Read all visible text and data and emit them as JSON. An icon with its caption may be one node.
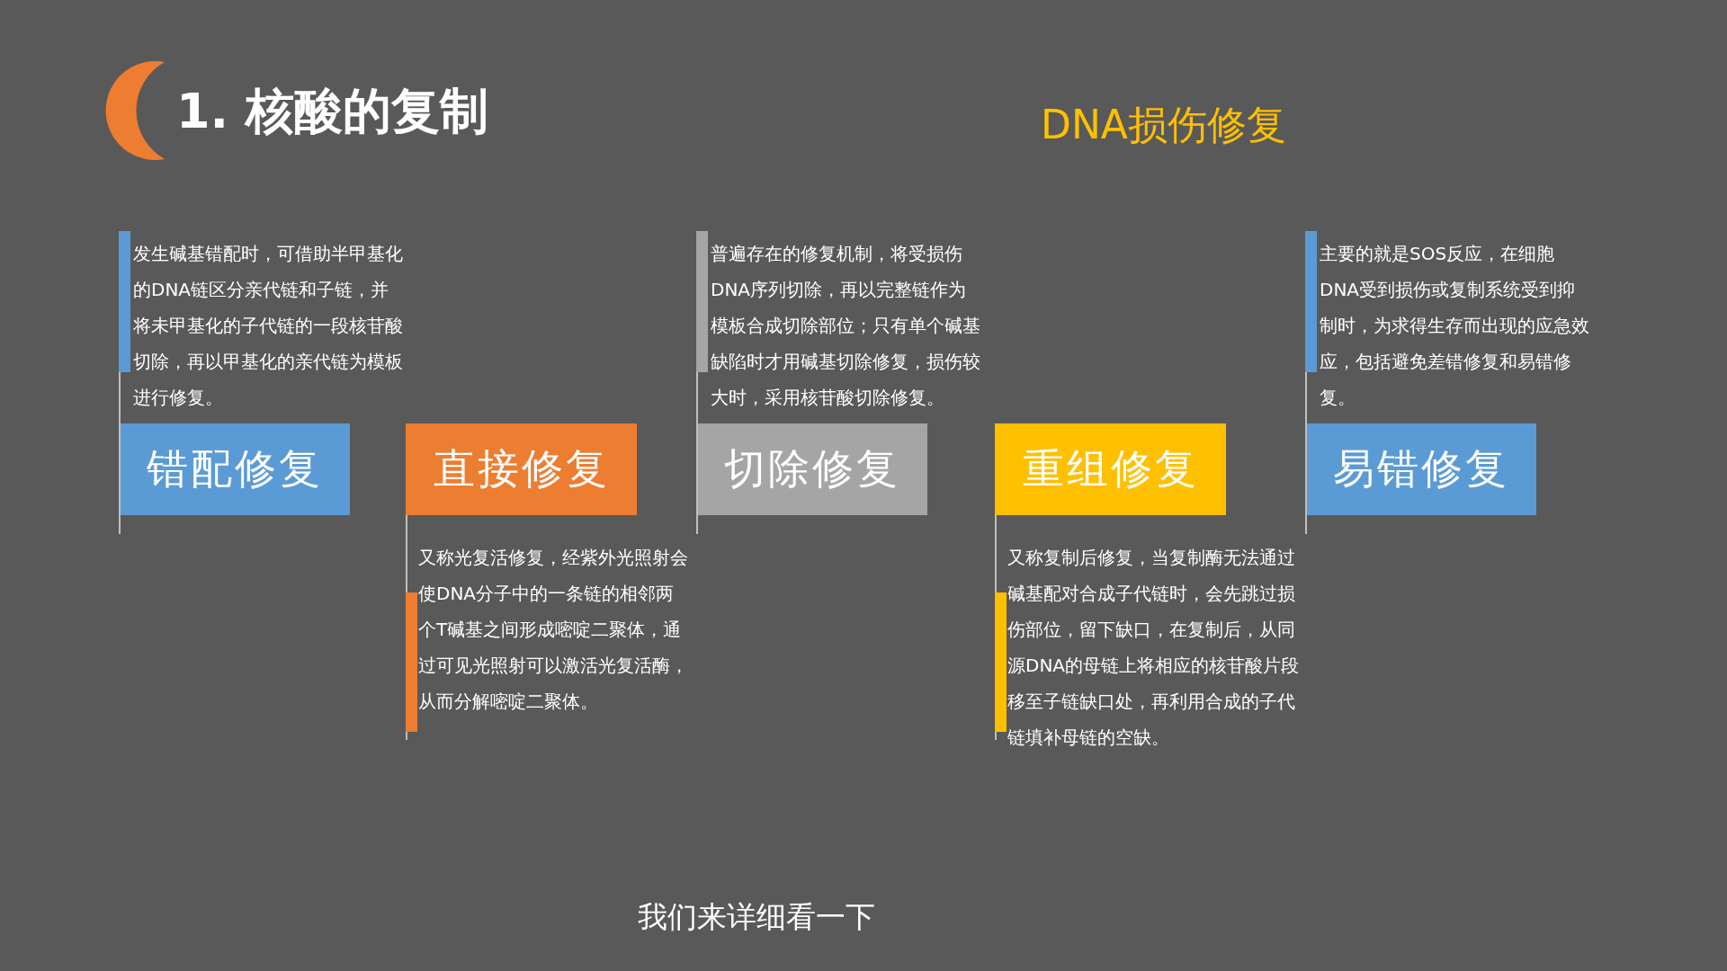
{
  "diagram": {
    "title": "1. 核酸的复制",
    "nodes": [
      {
        "text": [
          "错配修复"
        ],
        "beside": [
          "发生碱基错配时，可借助半甲基化的DNA链区分亲代链和子链，并将未甲基化的子代链的一段核苷酸切除，再以甲基化的亲代链为模板进行修复。"
        ]
      },
      {
        "text": [
          "直接修复"
        ],
        "beside": [
          "又称光复活修复，经紫外光照射会使DNA分子中的一条链的相邻两个T碱基之间形成嘧啶二聚体，通过可见光照射可以激活光复活酶，从而分解嘧啶二聚体。"
        ]
      },
      {
        "text": [
          "切除修复"
        ],
        "beside": [
          "普遍存在的修复机制，将受损伤DNA序列切除，再以完整链作为模板合成切除部位；只有单个碱基缺陷时才用碱基切除修复，损伤较大时，采用核苷酸切除修复。"
        ]
      },
      {
        "text": [
          "重组修复"
        ],
        "beside": [
          "又称复制后修复，当复制酶无法通过碱基配对合成子代链时，会先跳过损伤部位，留下缺口，在复制后，从同源DNA的母链上将相应的核苷酸片段移至子链缺口处，再利用合成的子代链填补母链的空缺。"
        ]
      },
      {
        "text": [
          "易错修复"
        ],
        "beside": [
          "主要的就是SOS反应，在细胞DNA受到损伤或复制系统受到抑制时，为求得生存而出现的应急效应，包括避免差错修复和易错修复。"
        ]
      }
    ],
    "edges": [],
    "labels": [
      "DNA损伤修复",
      "我们来详细看一下"
    ]
  }
}
